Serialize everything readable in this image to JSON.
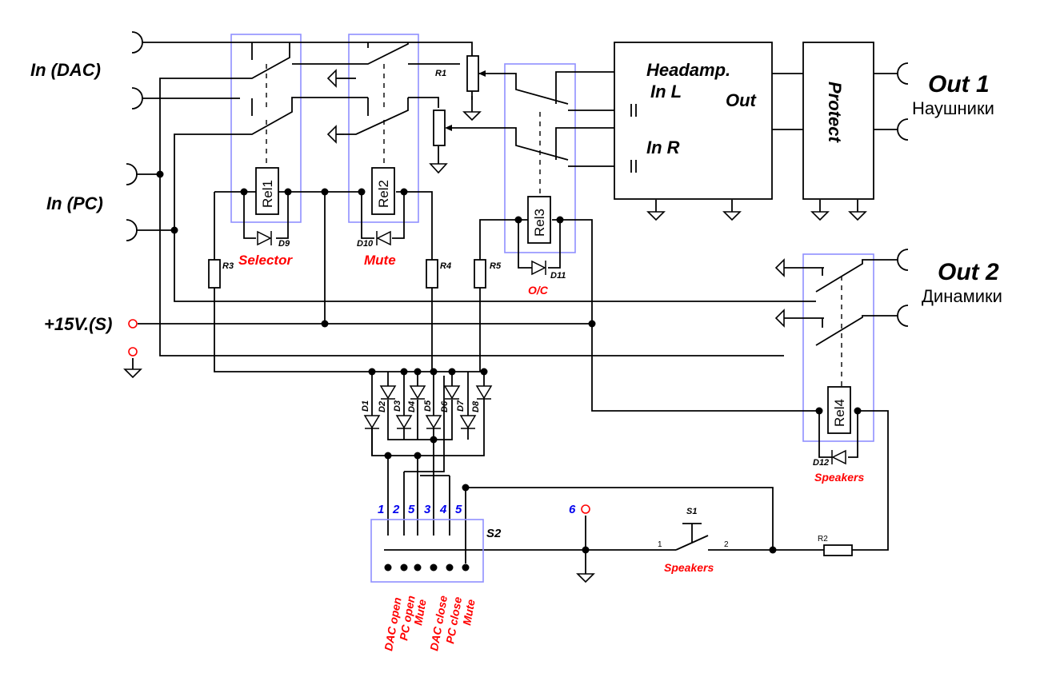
{
  "inputs": {
    "dac": "In (DAC)",
    "pc": "In (PC)"
  },
  "supply": {
    "label": "+15V.(S)"
  },
  "outputs": {
    "out1_title": "Out 1",
    "out1_sub": "Наушники",
    "out2_title": "Out 2",
    "out2_sub": "Динамики"
  },
  "headamp": {
    "title": "Headamp.",
    "in_l": "In L",
    "in_r": "In R",
    "out": "Out"
  },
  "protect": {
    "label": "Protect"
  },
  "relays": {
    "rel1": "Rel1",
    "rel2": "Rel2",
    "rel3": "Rel3",
    "rel4": "Rel4"
  },
  "groups": {
    "selector": "Selector",
    "mute": "Mute",
    "oc": "O/C",
    "speakers": "Speakers"
  },
  "components": {
    "r1": "R1",
    "r2": "R2",
    "r3": "R3",
    "r4": "R4",
    "r5": "R5",
    "d1": "D1",
    "d2": "D2",
    "d3": "D3",
    "d4": "D4",
    "d5": "D5",
    "d6": "D6",
    "d7": "D7",
    "d8": "D8",
    "d9": "D9",
    "d10": "D10",
    "d11": "D11",
    "d12": "D12",
    "s1": "S1",
    "s2": "S2",
    "pin1": "1",
    "pin2": "2"
  },
  "s2_pins": [
    "1",
    "2",
    "5",
    "3",
    "4",
    "5"
  ],
  "ground_pin": "6",
  "s1_label": "Speakers",
  "s2_positions": [
    "DAC open",
    "PC open",
    "Mute",
    "DAC close",
    "PC close",
    "Mute"
  ]
}
